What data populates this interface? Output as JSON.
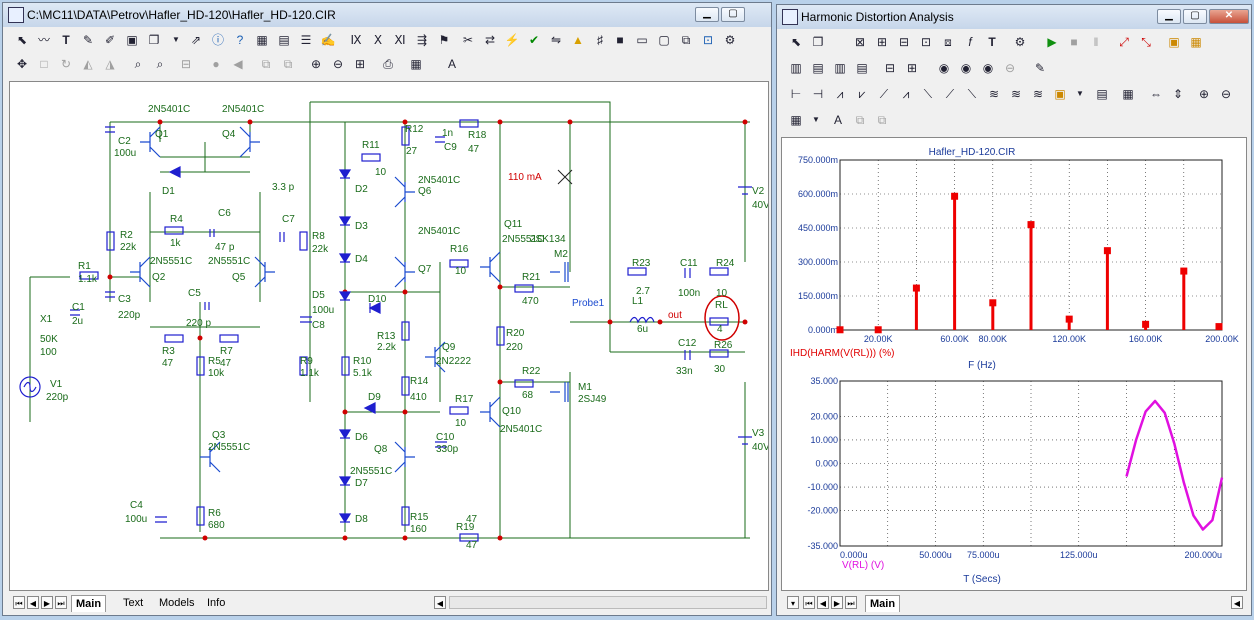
{
  "left_window": {
    "title": "C:\\MC11\\DATA\\Petrov\\Hafler_HD-120\\Hafler_HD-120.CIR",
    "tabs": [
      "Main",
      "Text",
      "Models",
      "Info"
    ],
    "active_tab": "Main",
    "schematic": {
      "annotations": {
        "current": "110 mA",
        "probe": "Probe1",
        "out": "out"
      },
      "labels": [
        "2N5401C",
        "2N5401C",
        "Q1",
        "Q4",
        "C2",
        "100u",
        "D1",
        "R2",
        "22k",
        "R4",
        "1k",
        "C6",
        "47 p",
        "R1",
        "1.1k",
        "C1",
        "2u",
        "X1",
        "50K",
        "100",
        "V1",
        "220p",
        "Q2",
        "Q5",
        "2N5551C",
        "2N5551C",
        "C3",
        "220p",
        "C5",
        "220 p",
        "R3",
        "47",
        "R7",
        "47",
        "R5",
        "10k",
        "Q3",
        "2N5551C",
        "C4",
        "100u",
        "R6",
        "680",
        "3.3 p",
        "C7",
        "R8",
        "22k",
        "D5",
        "100u",
        "C8",
        "R9",
        "1.1k",
        "R11",
        "10",
        "R12",
        "27",
        "1n",
        "C9",
        "R18",
        "47",
        "D2",
        "D3",
        "D4",
        "D10",
        "R13",
        "2.2k",
        "R10",
        "5.1k",
        "D9",
        "D6",
        "D7",
        "D8",
        "Q8",
        "2N5551C",
        "R15",
        "160",
        "Q6",
        "2N5401C",
        "Q7",
        "2N5401C",
        "R16",
        "10",
        "Q9",
        "2N2222",
        "R14",
        "410",
        "R17",
        "10",
        "C10",
        "330p",
        "Q10",
        "2N5401C",
        "Q11",
        "2N5551C",
        "2SK134",
        "M2",
        "R21",
        "470",
        "R20",
        "220",
        "R22",
        "68",
        "M1",
        "2SJ49",
        "R19",
        "47",
        "47",
        "R23",
        "2.7",
        "L1",
        "6u",
        "C11",
        "100n",
        "R24",
        "10",
        "RL",
        "4",
        "C12",
        "33n",
        "R26",
        "30",
        "V2",
        "40V",
        "V3",
        "40V"
      ]
    }
  },
  "right_window": {
    "title": "Harmonic Distortion Analysis",
    "tabs": [
      "Main"
    ],
    "active_tab": "Main",
    "top_chart_title": "Hafler_HD-120.CIR"
  },
  "chart_data": [
    {
      "type": "bar",
      "title": "Hafler_HD-120.CIR",
      "xlabel": "F (Hz)",
      "series": [
        {
          "name": "IHD(HARM(V(RL))) (%)",
          "x": [
            0,
            20000,
            40000,
            60000,
            80000,
            100000,
            120000,
            140000,
            160000,
            180000,
            200000
          ],
          "values": [
            0.001,
            0.001,
            0.185,
            0.59,
            0.12,
            0.465,
            0.048,
            0.35,
            0.025,
            0.26,
            0.015
          ]
        }
      ],
      "x_ticks": [
        "20.00K",
        "60.00K",
        "80.00K",
        "120.00K",
        "160.00K",
        "200.00K"
      ],
      "x_tick_values": [
        20000,
        60000,
        80000,
        120000,
        160000,
        200000
      ],
      "y_ticks": [
        "0.000m",
        "150.000m",
        "300.000m",
        "450.000m",
        "600.000m",
        "750.000m"
      ],
      "y_tick_values": [
        0,
        0.15,
        0.3,
        0.45,
        0.6,
        0.75
      ],
      "xlim": [
        0,
        200000
      ],
      "ylim": [
        0,
        0.75
      ],
      "grid": true,
      "color": "#ee0000"
    },
    {
      "type": "line",
      "xlabel": "T (Secs)",
      "series": [
        {
          "name": "V(RL) (V)",
          "x": [
            150,
            155,
            160,
            165,
            170,
            175,
            180,
            185,
            190,
            195,
            200
          ],
          "y": [
            -5.5,
            10,
            22,
            26.5,
            21.5,
            8.5,
            -8,
            -22,
            -28,
            -24,
            -6
          ]
        }
      ],
      "x_ticks": [
        "0.000u",
        "50.000u",
        "75.000u",
        "125.000u",
        "200.000u"
      ],
      "x_tick_values": [
        0,
        50,
        75,
        125,
        200
      ],
      "y_ticks": [
        "35.000",
        "20.000",
        "10.000",
        "0.000",
        "-10.000",
        "-20.000",
        "-35.000"
      ],
      "y_tick_values": [
        35,
        20,
        10,
        0,
        -10,
        -20,
        -35
      ],
      "xlim": [
        0,
        200
      ],
      "ylim": [
        -35,
        35
      ],
      "grid": true,
      "color": "#e010e0"
    }
  ]
}
